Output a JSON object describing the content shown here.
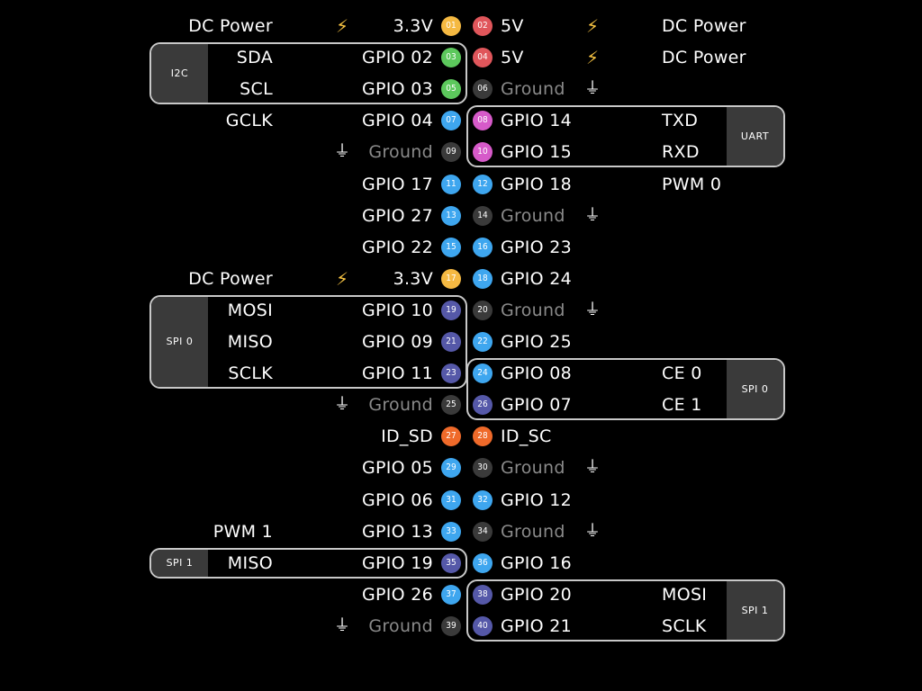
{
  "colors": {
    "power33": "#f5b942",
    "power5": "#e0565b",
    "ground": "#3a3a3a",
    "i2c": "#5cc85c",
    "gpio": "#3ea6ef",
    "uart": "#d65ac9",
    "spi": "#5558a8",
    "idsd": "#ef6a2a",
    "ground_text": "#8a8a8a"
  },
  "left_pins": [
    {
      "num": "01",
      "name": "3.3V",
      "role": "DC Power",
      "icon": "power",
      "kind": "power33"
    },
    {
      "num": "03",
      "name": "GPIO 02",
      "role": "SDA",
      "icon": "",
      "kind": "i2c"
    },
    {
      "num": "05",
      "name": "GPIO 03",
      "role": "SCL",
      "icon": "",
      "kind": "i2c"
    },
    {
      "num": "07",
      "name": "GPIO 04",
      "role": "GCLK",
      "icon": "",
      "kind": "gpio"
    },
    {
      "num": "09",
      "name": "Ground",
      "role": "",
      "icon": "ground",
      "kind": "ground"
    },
    {
      "num": "11",
      "name": "GPIO 17",
      "role": "",
      "icon": "",
      "kind": "gpio"
    },
    {
      "num": "13",
      "name": "GPIO 27",
      "role": "",
      "icon": "",
      "kind": "gpio"
    },
    {
      "num": "15",
      "name": "GPIO 22",
      "role": "",
      "icon": "",
      "kind": "gpio"
    },
    {
      "num": "17",
      "name": "3.3V",
      "role": "DC Power",
      "icon": "power",
      "kind": "power33"
    },
    {
      "num": "19",
      "name": "GPIO 10",
      "role": "MOSI",
      "icon": "",
      "kind": "spi"
    },
    {
      "num": "21",
      "name": "GPIO 09",
      "role": "MISO",
      "icon": "",
      "kind": "spi"
    },
    {
      "num": "23",
      "name": "GPIO 11",
      "role": "SCLK",
      "icon": "",
      "kind": "spi"
    },
    {
      "num": "25",
      "name": "Ground",
      "role": "",
      "icon": "ground",
      "kind": "ground"
    },
    {
      "num": "27",
      "name": "ID_SD",
      "role": "",
      "icon": "",
      "kind": "idsd"
    },
    {
      "num": "29",
      "name": "GPIO 05",
      "role": "",
      "icon": "",
      "kind": "gpio"
    },
    {
      "num": "31",
      "name": "GPIO 06",
      "role": "",
      "icon": "",
      "kind": "gpio"
    },
    {
      "num": "33",
      "name": "GPIO 13",
      "role": "PWM 1",
      "icon": "",
      "kind": "gpio"
    },
    {
      "num": "35",
      "name": "GPIO 19",
      "role": "MISO",
      "icon": "",
      "kind": "spi"
    },
    {
      "num": "37",
      "name": "GPIO 26",
      "role": "",
      "icon": "",
      "kind": "gpio"
    },
    {
      "num": "39",
      "name": "Ground",
      "role": "",
      "icon": "ground",
      "kind": "ground"
    }
  ],
  "right_pins": [
    {
      "num": "02",
      "name": "5V",
      "role": "DC Power",
      "icon": "power",
      "kind": "power5"
    },
    {
      "num": "04",
      "name": "5V",
      "role": "DC Power",
      "icon": "power",
      "kind": "power5"
    },
    {
      "num": "06",
      "name": "Ground",
      "role": "",
      "icon": "ground",
      "kind": "ground"
    },
    {
      "num": "08",
      "name": "GPIO 14",
      "role": "TXD",
      "icon": "",
      "kind": "uart"
    },
    {
      "num": "10",
      "name": "GPIO 15",
      "role": "RXD",
      "icon": "",
      "kind": "uart"
    },
    {
      "num": "12",
      "name": "GPIO 18",
      "role": "PWM 0",
      "icon": "",
      "kind": "gpio"
    },
    {
      "num": "14",
      "name": "Ground",
      "role": "",
      "icon": "ground",
      "kind": "ground"
    },
    {
      "num": "16",
      "name": "GPIO 23",
      "role": "",
      "icon": "",
      "kind": "gpio"
    },
    {
      "num": "18",
      "name": "GPIO 24",
      "role": "",
      "icon": "",
      "kind": "gpio"
    },
    {
      "num": "20",
      "name": "Ground",
      "role": "",
      "icon": "ground",
      "kind": "ground"
    },
    {
      "num": "22",
      "name": "GPIO 25",
      "role": "",
      "icon": "",
      "kind": "gpio"
    },
    {
      "num": "24",
      "name": "GPIO 08",
      "role": "CE 0",
      "icon": "",
      "kind": "gpio"
    },
    {
      "num": "26",
      "name": "GPIO 07",
      "role": "CE 1",
      "icon": "",
      "kind": "spi"
    },
    {
      "num": "28",
      "name": "ID_SC",
      "role": "",
      "icon": "",
      "kind": "idsd"
    },
    {
      "num": "30",
      "name": "Ground",
      "role": "",
      "icon": "ground",
      "kind": "ground"
    },
    {
      "num": "32",
      "name": "GPIO 12",
      "role": "",
      "icon": "",
      "kind": "gpio"
    },
    {
      "num": "34",
      "name": "Ground",
      "role": "",
      "icon": "ground",
      "kind": "ground"
    },
    {
      "num": "36",
      "name": "GPIO 16",
      "role": "",
      "icon": "",
      "kind": "gpio"
    },
    {
      "num": "38",
      "name": "GPIO 20",
      "role": "MOSI",
      "icon": "",
      "kind": "spi"
    },
    {
      "num": "40",
      "name": "GPIO 21",
      "role": "SCLK",
      "icon": "",
      "kind": "spi"
    }
  ],
  "groups": [
    {
      "label": "I2C",
      "side": "left",
      "first_row": 1,
      "last_row": 2
    },
    {
      "label": "UART",
      "side": "right",
      "first_row": 3,
      "last_row": 4
    },
    {
      "label": "SPI 0",
      "side": "left",
      "first_row": 9,
      "last_row": 11
    },
    {
      "label": "SPI 0",
      "side": "right",
      "first_row": 11,
      "last_row": 12
    },
    {
      "label": "SPI 1",
      "side": "left",
      "first_row": 17,
      "last_row": 17
    },
    {
      "label": "SPI 1",
      "side": "right",
      "first_row": 18,
      "last_row": 19
    }
  ],
  "icons": {
    "power": "lightning-icon",
    "ground": "ground-icon"
  }
}
